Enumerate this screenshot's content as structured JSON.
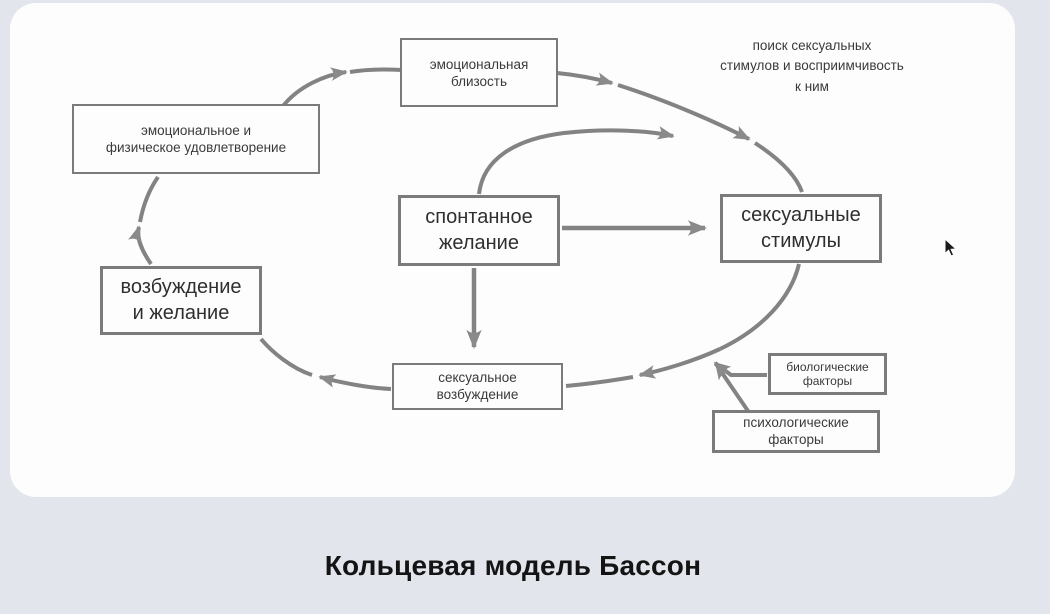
{
  "title": "Кольцевая модель Бассон",
  "colors": {
    "page_background": "#e2e5eb",
    "card_background": "#fdfdfe",
    "diagram_stroke": "#838383",
    "box_border": "#7b7b7b",
    "box_text": "#3a3a3a",
    "title_text": "#141414"
  },
  "diagram": {
    "nodes": {
      "emotional_intimacy": {
        "line1": "эмоциональная",
        "line2": "близость"
      },
      "satisfaction": {
        "line1": "эмоциональное и",
        "line2": "физическое удовлетворение"
      },
      "spontaneous_desire": {
        "line1": "спонтанное",
        "line2": "желание"
      },
      "sexual_stimuli": {
        "line1": "сексуальные",
        "line2": "стимулы"
      },
      "arousal_and_desire": {
        "line1": "возбуждение",
        "line2": "и желание"
      },
      "sexual_arousal": {
        "line1": "сексуальное",
        "line2": "возбуждение"
      },
      "biological_factors": {
        "line1": "биологические",
        "line2": "факторы"
      },
      "psychological_factors": {
        "line1": "психологические",
        "line2": "факторы"
      }
    },
    "floating_label": {
      "line1": "поиск сексуальных",
      "line2": "стимулов и восприимчивость",
      "line3": "к ним"
    }
  }
}
